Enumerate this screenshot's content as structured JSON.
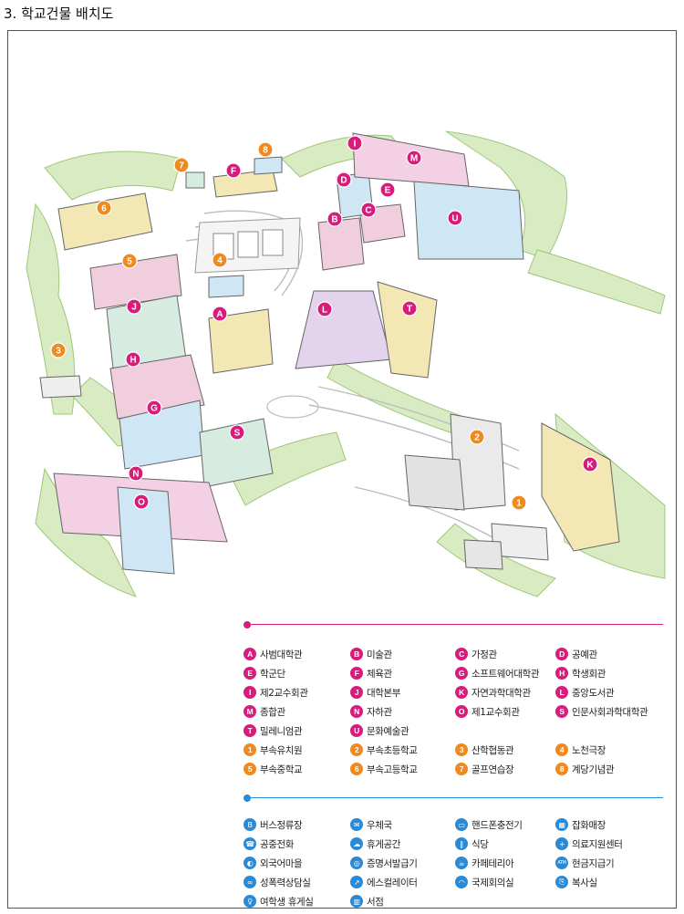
{
  "title": "3. 학교건물 배치도",
  "colors": {
    "magenta": "#d81c7c",
    "orange": "#ef8a1e",
    "blue": "#2a8ad6",
    "green": "#d6e9c0",
    "divider_pink": "#d81c7c",
    "divider_blue": "#2a8ad6"
  },
  "map_markers": {
    "buildings": [
      {
        "id": "A"
      },
      {
        "id": "B"
      },
      {
        "id": "C"
      },
      {
        "id": "D"
      },
      {
        "id": "E"
      },
      {
        "id": "F"
      },
      {
        "id": "G"
      },
      {
        "id": "H"
      },
      {
        "id": "I"
      },
      {
        "id": "J"
      },
      {
        "id": "K"
      },
      {
        "id": "L"
      },
      {
        "id": "M"
      },
      {
        "id": "N"
      },
      {
        "id": "O"
      },
      {
        "id": "S"
      },
      {
        "id": "T"
      },
      {
        "id": "U"
      }
    ],
    "facilities": [
      {
        "id": "1"
      },
      {
        "id": "2"
      },
      {
        "id": "3"
      },
      {
        "id": "4"
      },
      {
        "id": "5"
      },
      {
        "id": "6"
      },
      {
        "id": "7"
      },
      {
        "id": "8"
      }
    ]
  },
  "legend_buildings": [
    {
      "key": "A",
      "label": "사범대학관",
      "type": "building"
    },
    {
      "key": "B",
      "label": "미술관",
      "type": "building"
    },
    {
      "key": "C",
      "label": "가정관",
      "type": "building"
    },
    {
      "key": "D",
      "label": "공예관",
      "type": "building"
    },
    {
      "key": "E",
      "label": "학군단",
      "type": "building"
    },
    {
      "key": "F",
      "label": "체육관",
      "type": "building"
    },
    {
      "key": "G",
      "label": "소프트웨어대학관",
      "type": "building"
    },
    {
      "key": "H",
      "label": "학생회관",
      "type": "building"
    },
    {
      "key": "I",
      "label": "제2교수회관",
      "type": "building"
    },
    {
      "key": "J",
      "label": "대학본부",
      "type": "building"
    },
    {
      "key": "K",
      "label": "자연과학대학관",
      "type": "building"
    },
    {
      "key": "L",
      "label": "중앙도서관",
      "type": "building"
    },
    {
      "key": "M",
      "label": "종합관",
      "type": "building"
    },
    {
      "key": "N",
      "label": "자하관",
      "type": "building"
    },
    {
      "key": "O",
      "label": "제1교수회관",
      "type": "building"
    },
    {
      "key": "S",
      "label": "인문사회과학대학관",
      "type": "building"
    },
    {
      "key": "T",
      "label": "밀레니엄관",
      "type": "building"
    },
    {
      "key": "U",
      "label": "문화예술관",
      "type": "building"
    },
    {
      "key": "1",
      "label": "부속유치원",
      "type": "facility"
    },
    {
      "key": "2",
      "label": "부속초등학교",
      "type": "facility"
    },
    {
      "key": "3",
      "label": "산학협동관",
      "type": "facility"
    },
    {
      "key": "4",
      "label": "노천극장",
      "type": "facility"
    },
    {
      "key": "5",
      "label": "부속중학교",
      "type": "facility"
    },
    {
      "key": "6",
      "label": "부속고등학교",
      "type": "facility"
    },
    {
      "key": "7",
      "label": "골프연습장",
      "type": "facility"
    },
    {
      "key": "8",
      "label": "계당기념관",
      "type": "facility"
    }
  ],
  "legend_facilities": [
    {
      "icon": "bus-icon",
      "glyph": "B",
      "label": "버스정류장"
    },
    {
      "icon": "mail-icon",
      "glyph": "✉",
      "label": "우체국"
    },
    {
      "icon": "phone-charger-icon",
      "glyph": "▭",
      "label": "핸드폰충전기"
    },
    {
      "icon": "store-icon",
      "glyph": "▦",
      "label": "잡화매장"
    },
    {
      "icon": "payphone-icon",
      "glyph": "☎",
      "label": "공중전화"
    },
    {
      "icon": "lounge-icon",
      "glyph": "☁",
      "label": "휴게공간"
    },
    {
      "icon": "restaurant-icon",
      "glyph": "‖",
      "label": "식당"
    },
    {
      "icon": "medical-icon",
      "glyph": "+",
      "label": "의료지원센터"
    },
    {
      "icon": "language-icon",
      "glyph": "◐",
      "label": "외국어마을"
    },
    {
      "icon": "certificate-icon",
      "glyph": "◎",
      "label": "증명서발급기"
    },
    {
      "icon": "cafe-icon",
      "glyph": "☕",
      "label": "카페테리아"
    },
    {
      "icon": "atm-icon",
      "glyph": "ATM",
      "label": "현금지급기"
    },
    {
      "icon": "counseling-icon",
      "glyph": "∞",
      "label": "성폭력상담실"
    },
    {
      "icon": "escalator-icon",
      "glyph": "↗",
      "label": "에스컬레이터"
    },
    {
      "icon": "conference-icon",
      "glyph": "◠",
      "label": "국제회의실"
    },
    {
      "icon": "copy-icon",
      "glyph": "⎘",
      "label": "복사실"
    },
    {
      "icon": "female-lounge-icon",
      "glyph": "♀",
      "label": "여학생 휴게실"
    },
    {
      "icon": "bookstore-icon",
      "glyph": "▥",
      "label": "서점"
    }
  ]
}
